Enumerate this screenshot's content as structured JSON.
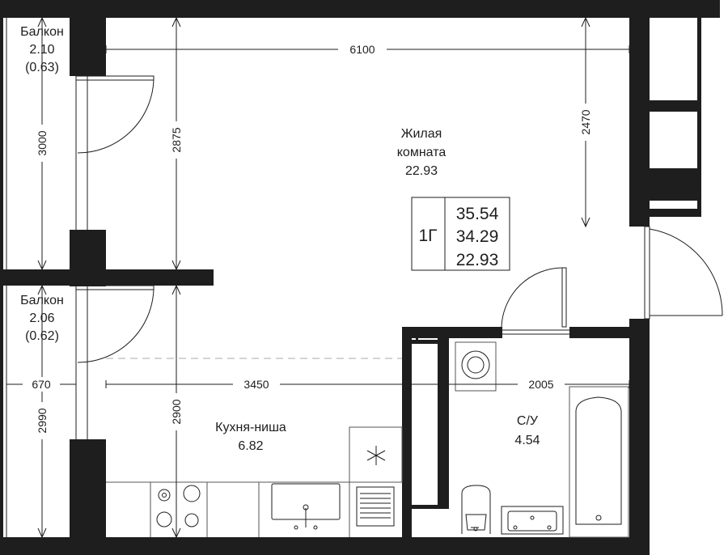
{
  "plan": {
    "rooms": {
      "living_name_1": "Жилая",
      "living_name_2": "комната",
      "living_area": "22.93",
      "kitchen_name": "Кухня-ниша",
      "kitchen_area": "6.82",
      "bath_name": "С/У",
      "bath_area": "4.54",
      "balcony1_name": "Балкон",
      "balcony1_area": "2.10",
      "balcony1_reduced": "(0.63)",
      "balcony2_name": "Балкон",
      "balcony2_area": "2.06",
      "balcony2_reduced": "(0.62)"
    },
    "dimensions": {
      "width_top": "6100",
      "living_height_right": "2470",
      "living_height_mid": "2875",
      "balcony1_length": "3000",
      "kitchen_width": "3450",
      "kitchen_height": "2900",
      "bath_width": "2005",
      "balcony2_width": "670",
      "balcony2_length": "2990"
    },
    "summary": {
      "type": "1Г",
      "total_area": "35.54",
      "living_area_total": "34.29",
      "room_area": "22.93"
    }
  }
}
